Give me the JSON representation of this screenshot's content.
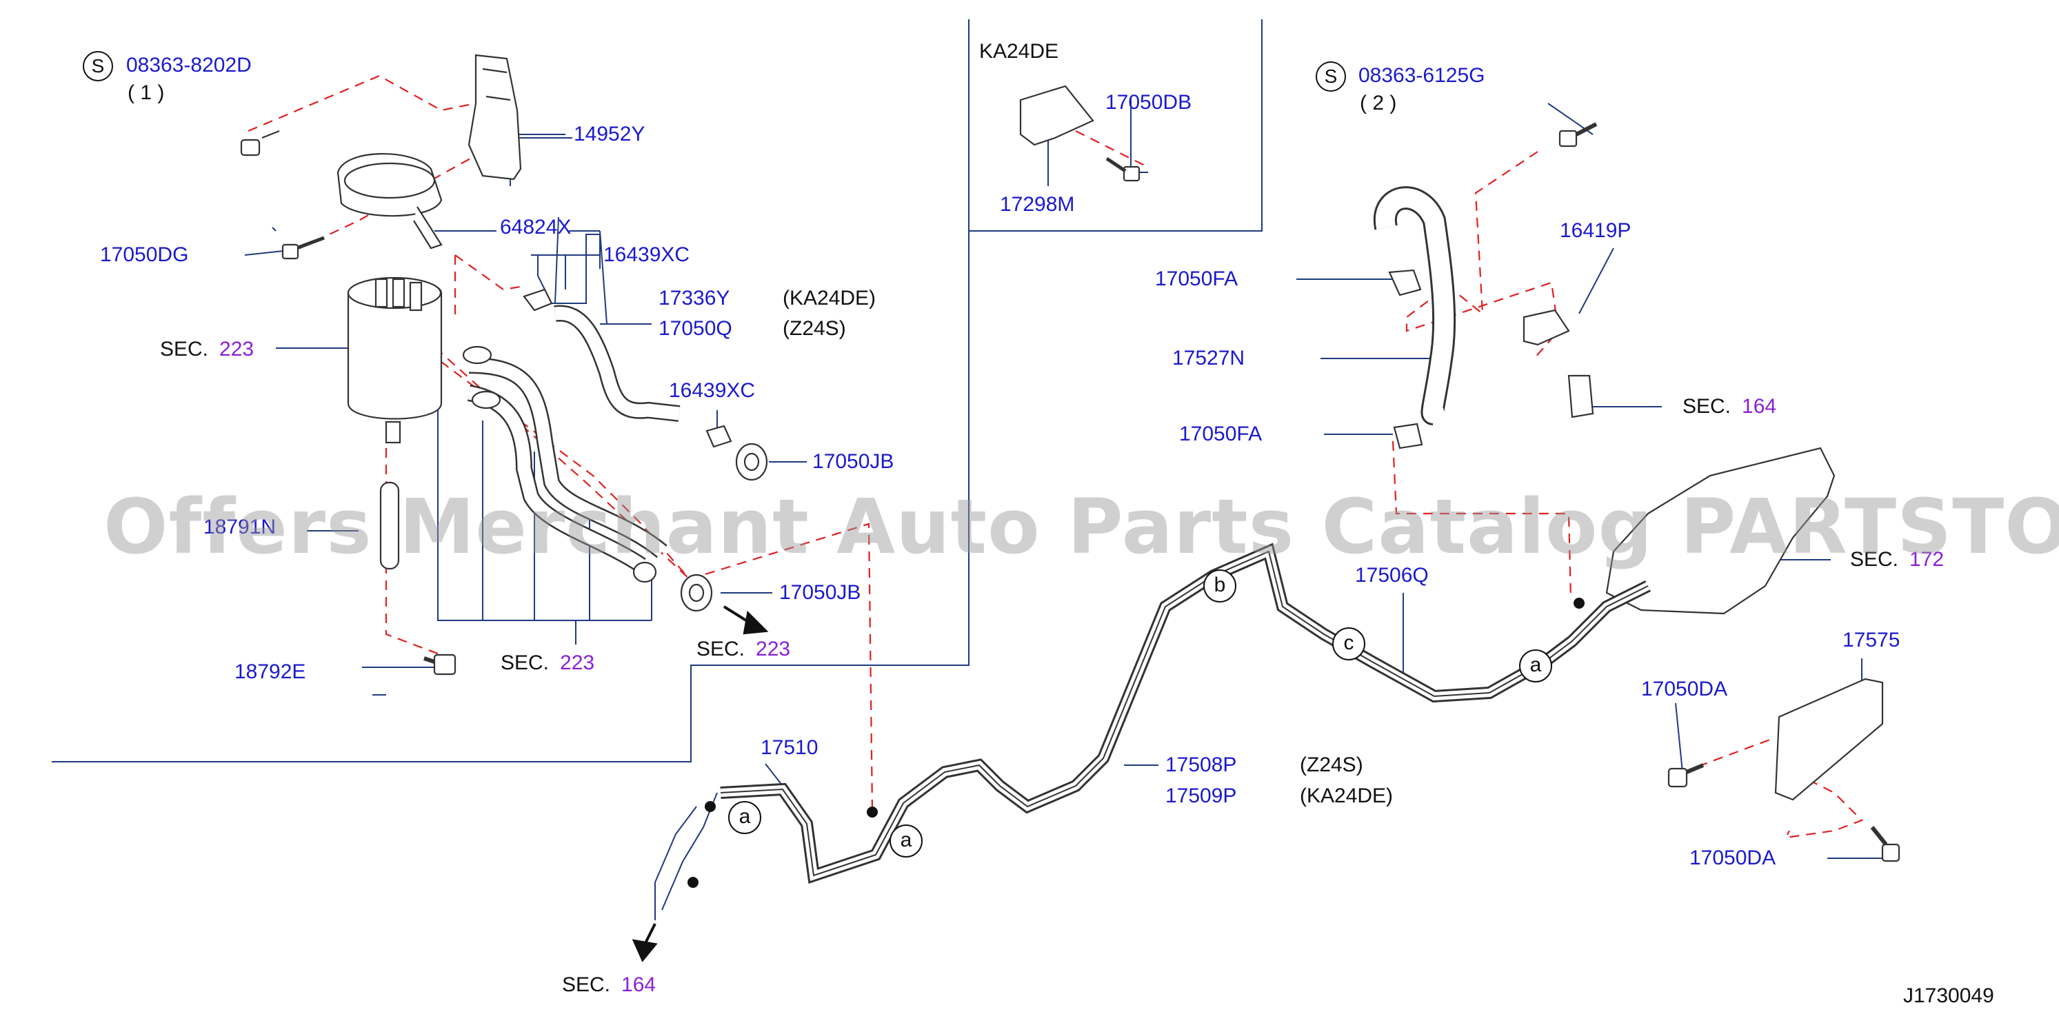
{
  "diagram": {
    "engine_box_title": "KA24DE",
    "ref_code": "J1730049",
    "watermark": "Offers Merchant Auto Parts Catalog PARTSTORE.SA",
    "screw1": {
      "symbol": "S",
      "part": "08363-8202D",
      "qty": "( 1 )"
    },
    "screw2": {
      "symbol": "S",
      "part": "08363-6125G",
      "qty": "( 2 )"
    },
    "parts": {
      "p14952Y": "14952Y",
      "p64824X": "64824X",
      "p17050DG": "17050DG",
      "p16439XC_a": "16439XC",
      "p17336Y": "17336Y",
      "p17336Y_note": "(KA24DE)",
      "p17050Q": "17050Q",
      "p17050Q_note": "(Z24S)",
      "p16439XC_b": "16439XC",
      "p17050JB_a": "17050JB",
      "p17050JB_b": "17050JB",
      "p18791N": "18791N",
      "p18792E": "18792E",
      "p17050DB": "17050DB",
      "p17298M": "17298M",
      "p16419P": "16419P",
      "p17050FA_a": "17050FA",
      "p17527N": "17527N",
      "p17050FA_b": "17050FA",
      "p17506Q": "17506Q",
      "p17575": "17575",
      "p17050DA_a": "17050DA",
      "p17050DA_b": "17050DA",
      "p17510": "17510",
      "p17508P": "17508P",
      "p17508P_note": "(Z24S)",
      "p17509P": "17509P",
      "p17509P_note": "(KA24DE)"
    },
    "sections": {
      "sec_word": "SEC.",
      "s223_left": "223",
      "s223_bottom": "223",
      "s223_arrow": "223",
      "s164_right": "164",
      "s172": "172",
      "s164_bottom": "164"
    },
    "pins": {
      "a": "a",
      "b": "b",
      "c": "c"
    },
    "colors": {
      "part_label": "#1a1acc",
      "section_number": "#8a1fd6",
      "dash_line": "#e02020"
    }
  }
}
